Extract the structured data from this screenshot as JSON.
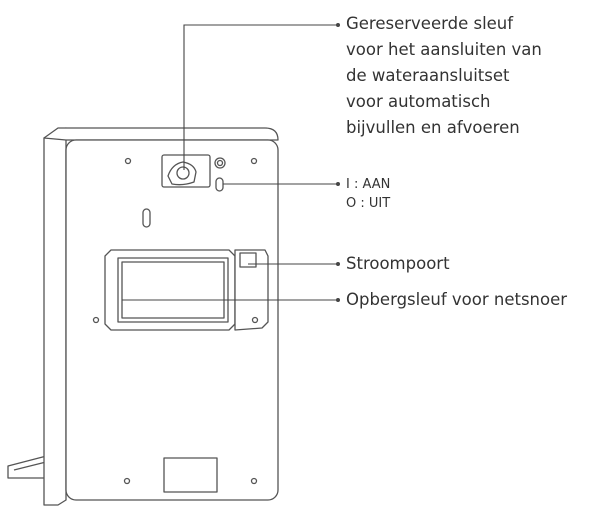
{
  "labels": {
    "reserved_slot": [
      "Gereserveerde sleuf",
      "voor het aansluiten van",
      "de wateraansluitset",
      "voor automatisch",
      "bijvullen en afvoeren"
    ],
    "switch_on": "I : AAN",
    "switch_off": "O : UIT",
    "power_port": "Stroompoort",
    "cord_storage": "Opbergsleuf voor netsnoer"
  },
  "colors": {
    "outline": "#555555",
    "leader": "#444444",
    "text": "#333333",
    "fill": "#ffffff"
  }
}
